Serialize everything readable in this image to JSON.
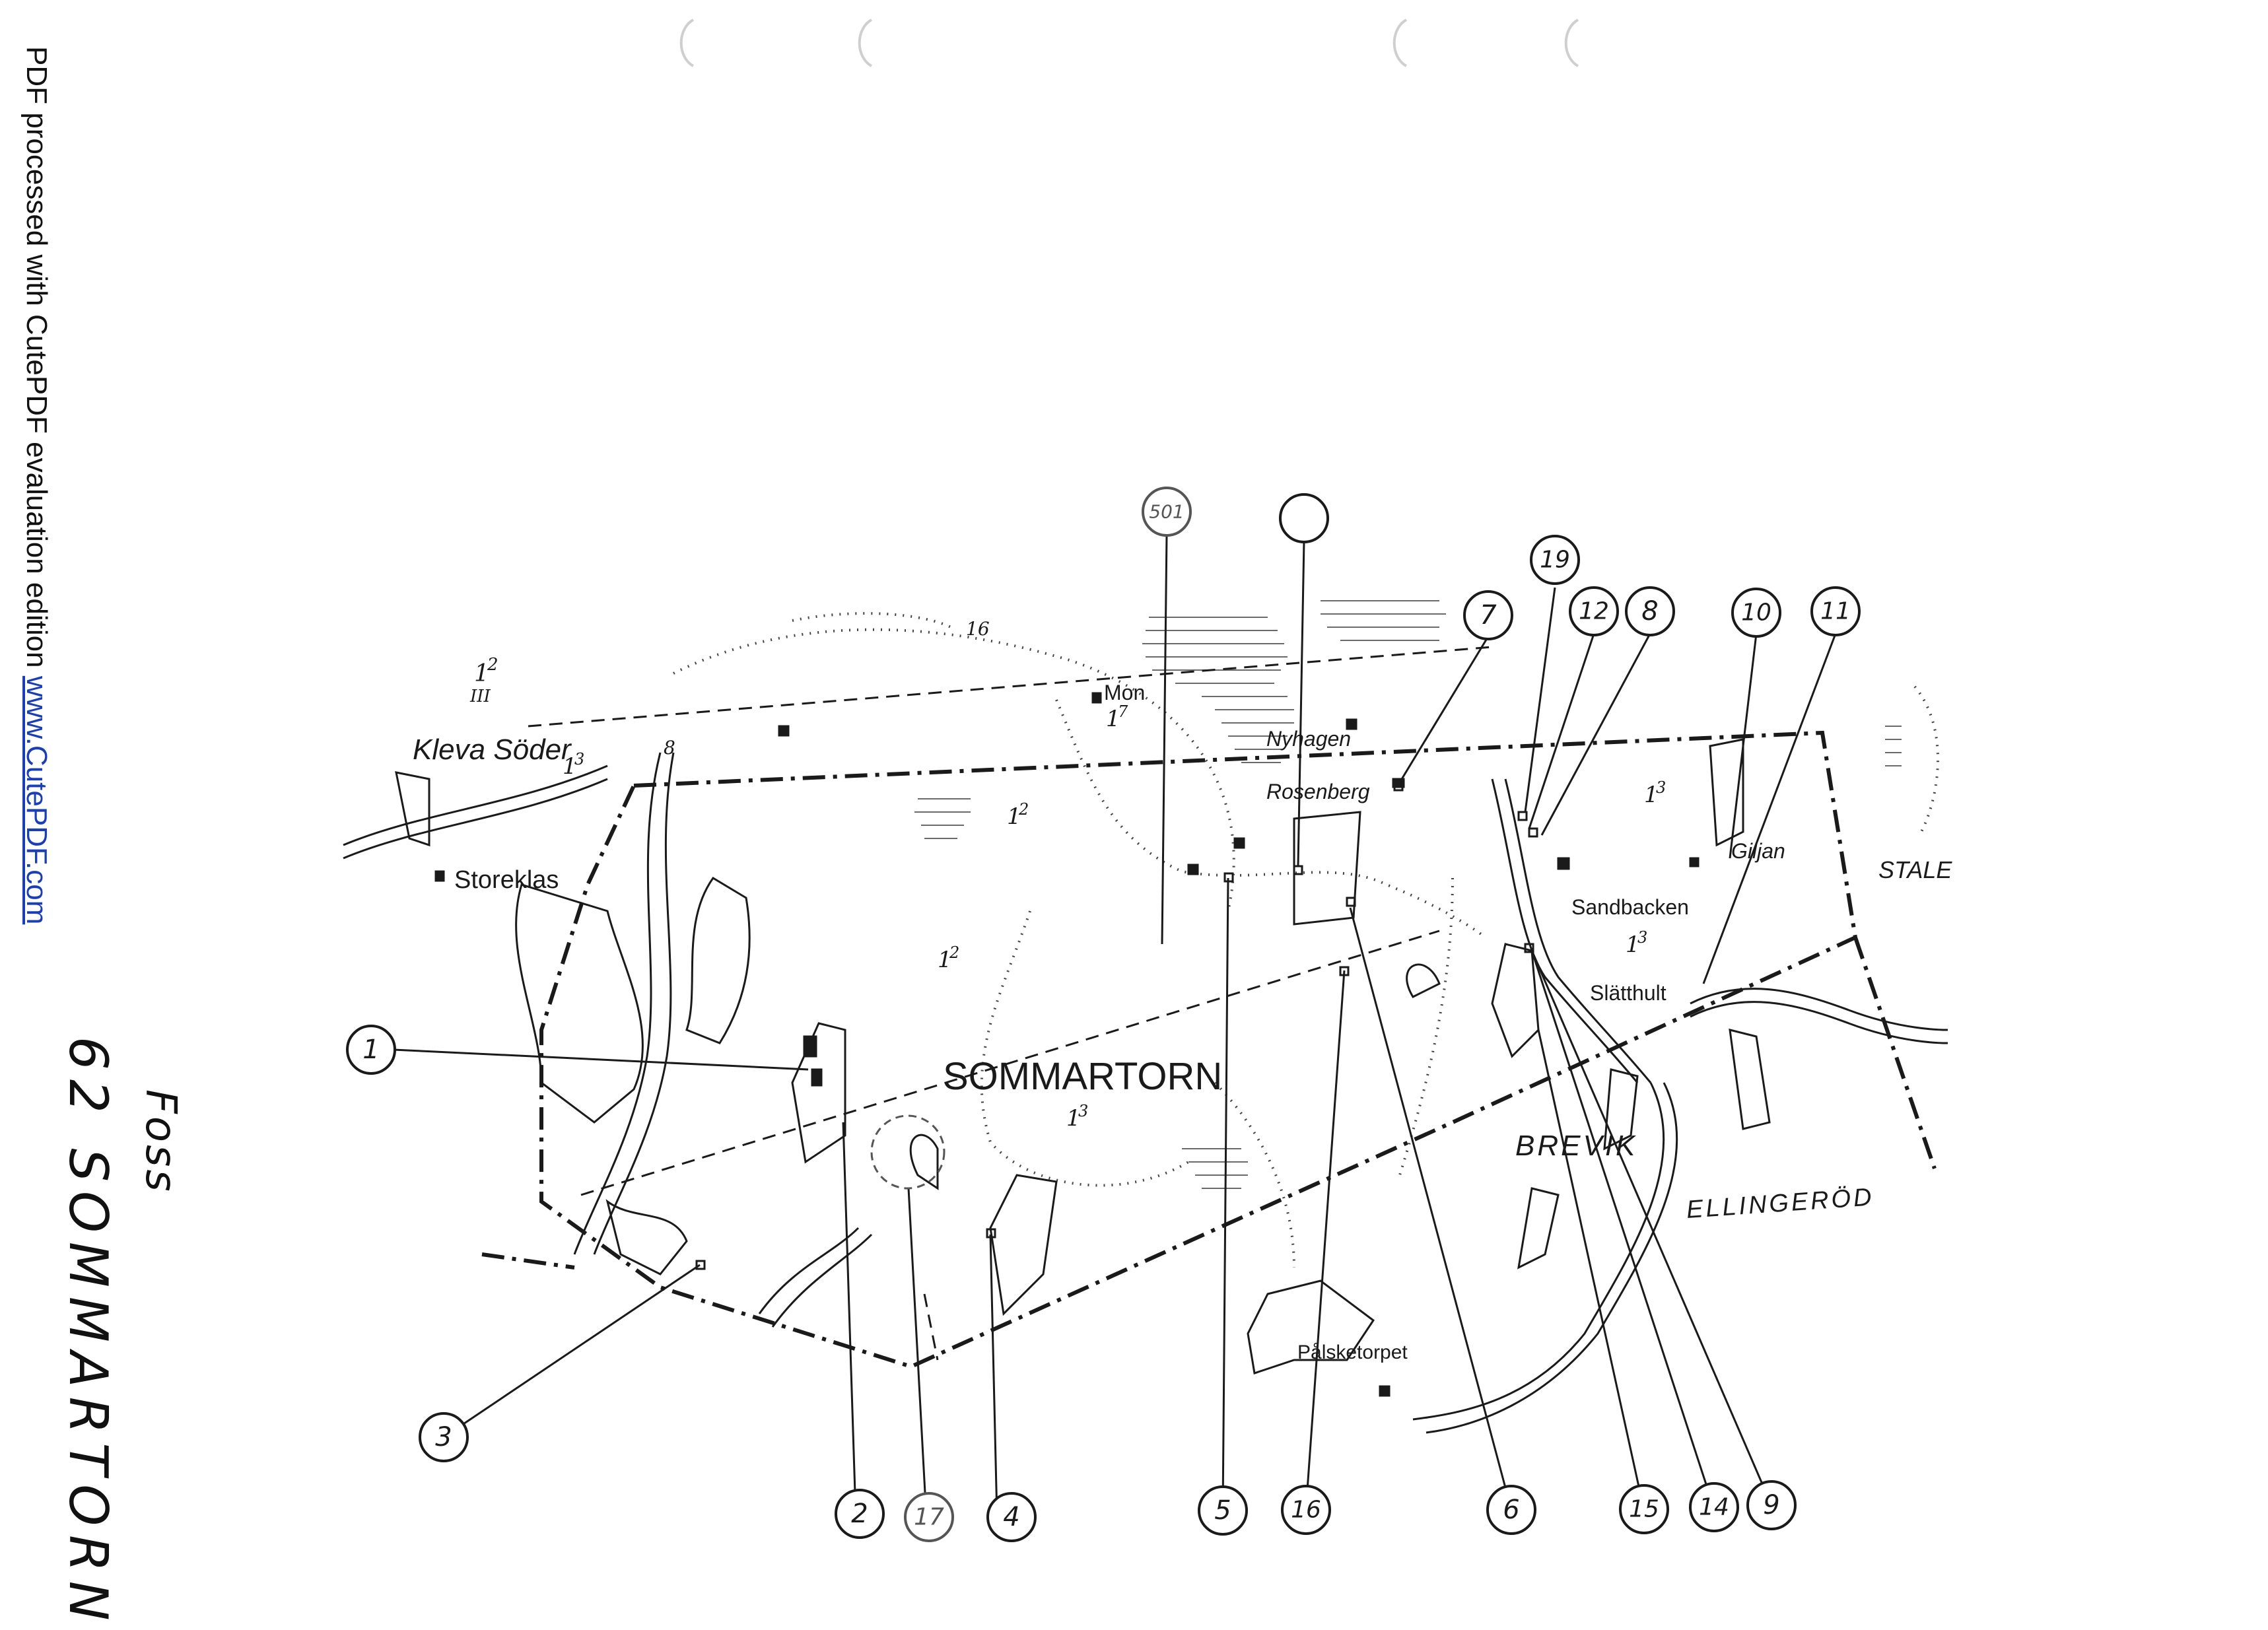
{
  "watermark": {
    "text": "PDF processed with CutePDF evaluation edition",
    "link": "www.CutePDF.com"
  },
  "handwritten_title": {
    "line1": "Foss",
    "line2": "62 SOMMARTORN"
  },
  "place_names": {
    "sommartorn": "SOMMARTORN",
    "kleva_soder": "Kleva Söder",
    "storeklas": "Storeklas",
    "mon": "Mon",
    "nyhagen": "Nyhagen",
    "rosenberg": "Rosenberg",
    "giljan": "Giljan",
    "sandbacken": "Sandbacken",
    "slatthult": "Slätthult",
    "brevik": "BREVIK",
    "ellingerod": "ELLINGERÖD",
    "stale": "STALE",
    "palsketorpet": "Pålsketorpet"
  },
  "map_annotations": {
    "c1": "1",
    "c2": "2",
    "c3": "3",
    "c4": "4",
    "c5": "5",
    "c6": "6",
    "c7": "7",
    "c8": "8",
    "c9": "9",
    "c10": "10",
    "c11": "11",
    "c12": "12",
    "c14": "14",
    "c15": "15",
    "c16": "16",
    "c17": "17",
    "c19": "19",
    "c501": "501"
  },
  "parcel_labels": {
    "p_kleva_12": "1",
    "p_kleva_12_sup": "2",
    "p_roman": "III",
    "p_kleva_13": "1",
    "p_kleva_13_sup": "3",
    "p_mon": "1",
    "p_mon_sup": "7",
    "p_a": "1",
    "p_a_sup": "2",
    "p_b": "1",
    "p_b_sup": "2",
    "p_som": "1",
    "p_som_sup": "3",
    "p_c": "1",
    "p_c_sup": "3",
    "p_d": "1",
    "p_d_sup": "3",
    "p_8": "8",
    "p_16": "16"
  },
  "colors": {
    "ink": "#1a1a1a",
    "paper": "#ffffff",
    "link": "#1a3db8"
  }
}
